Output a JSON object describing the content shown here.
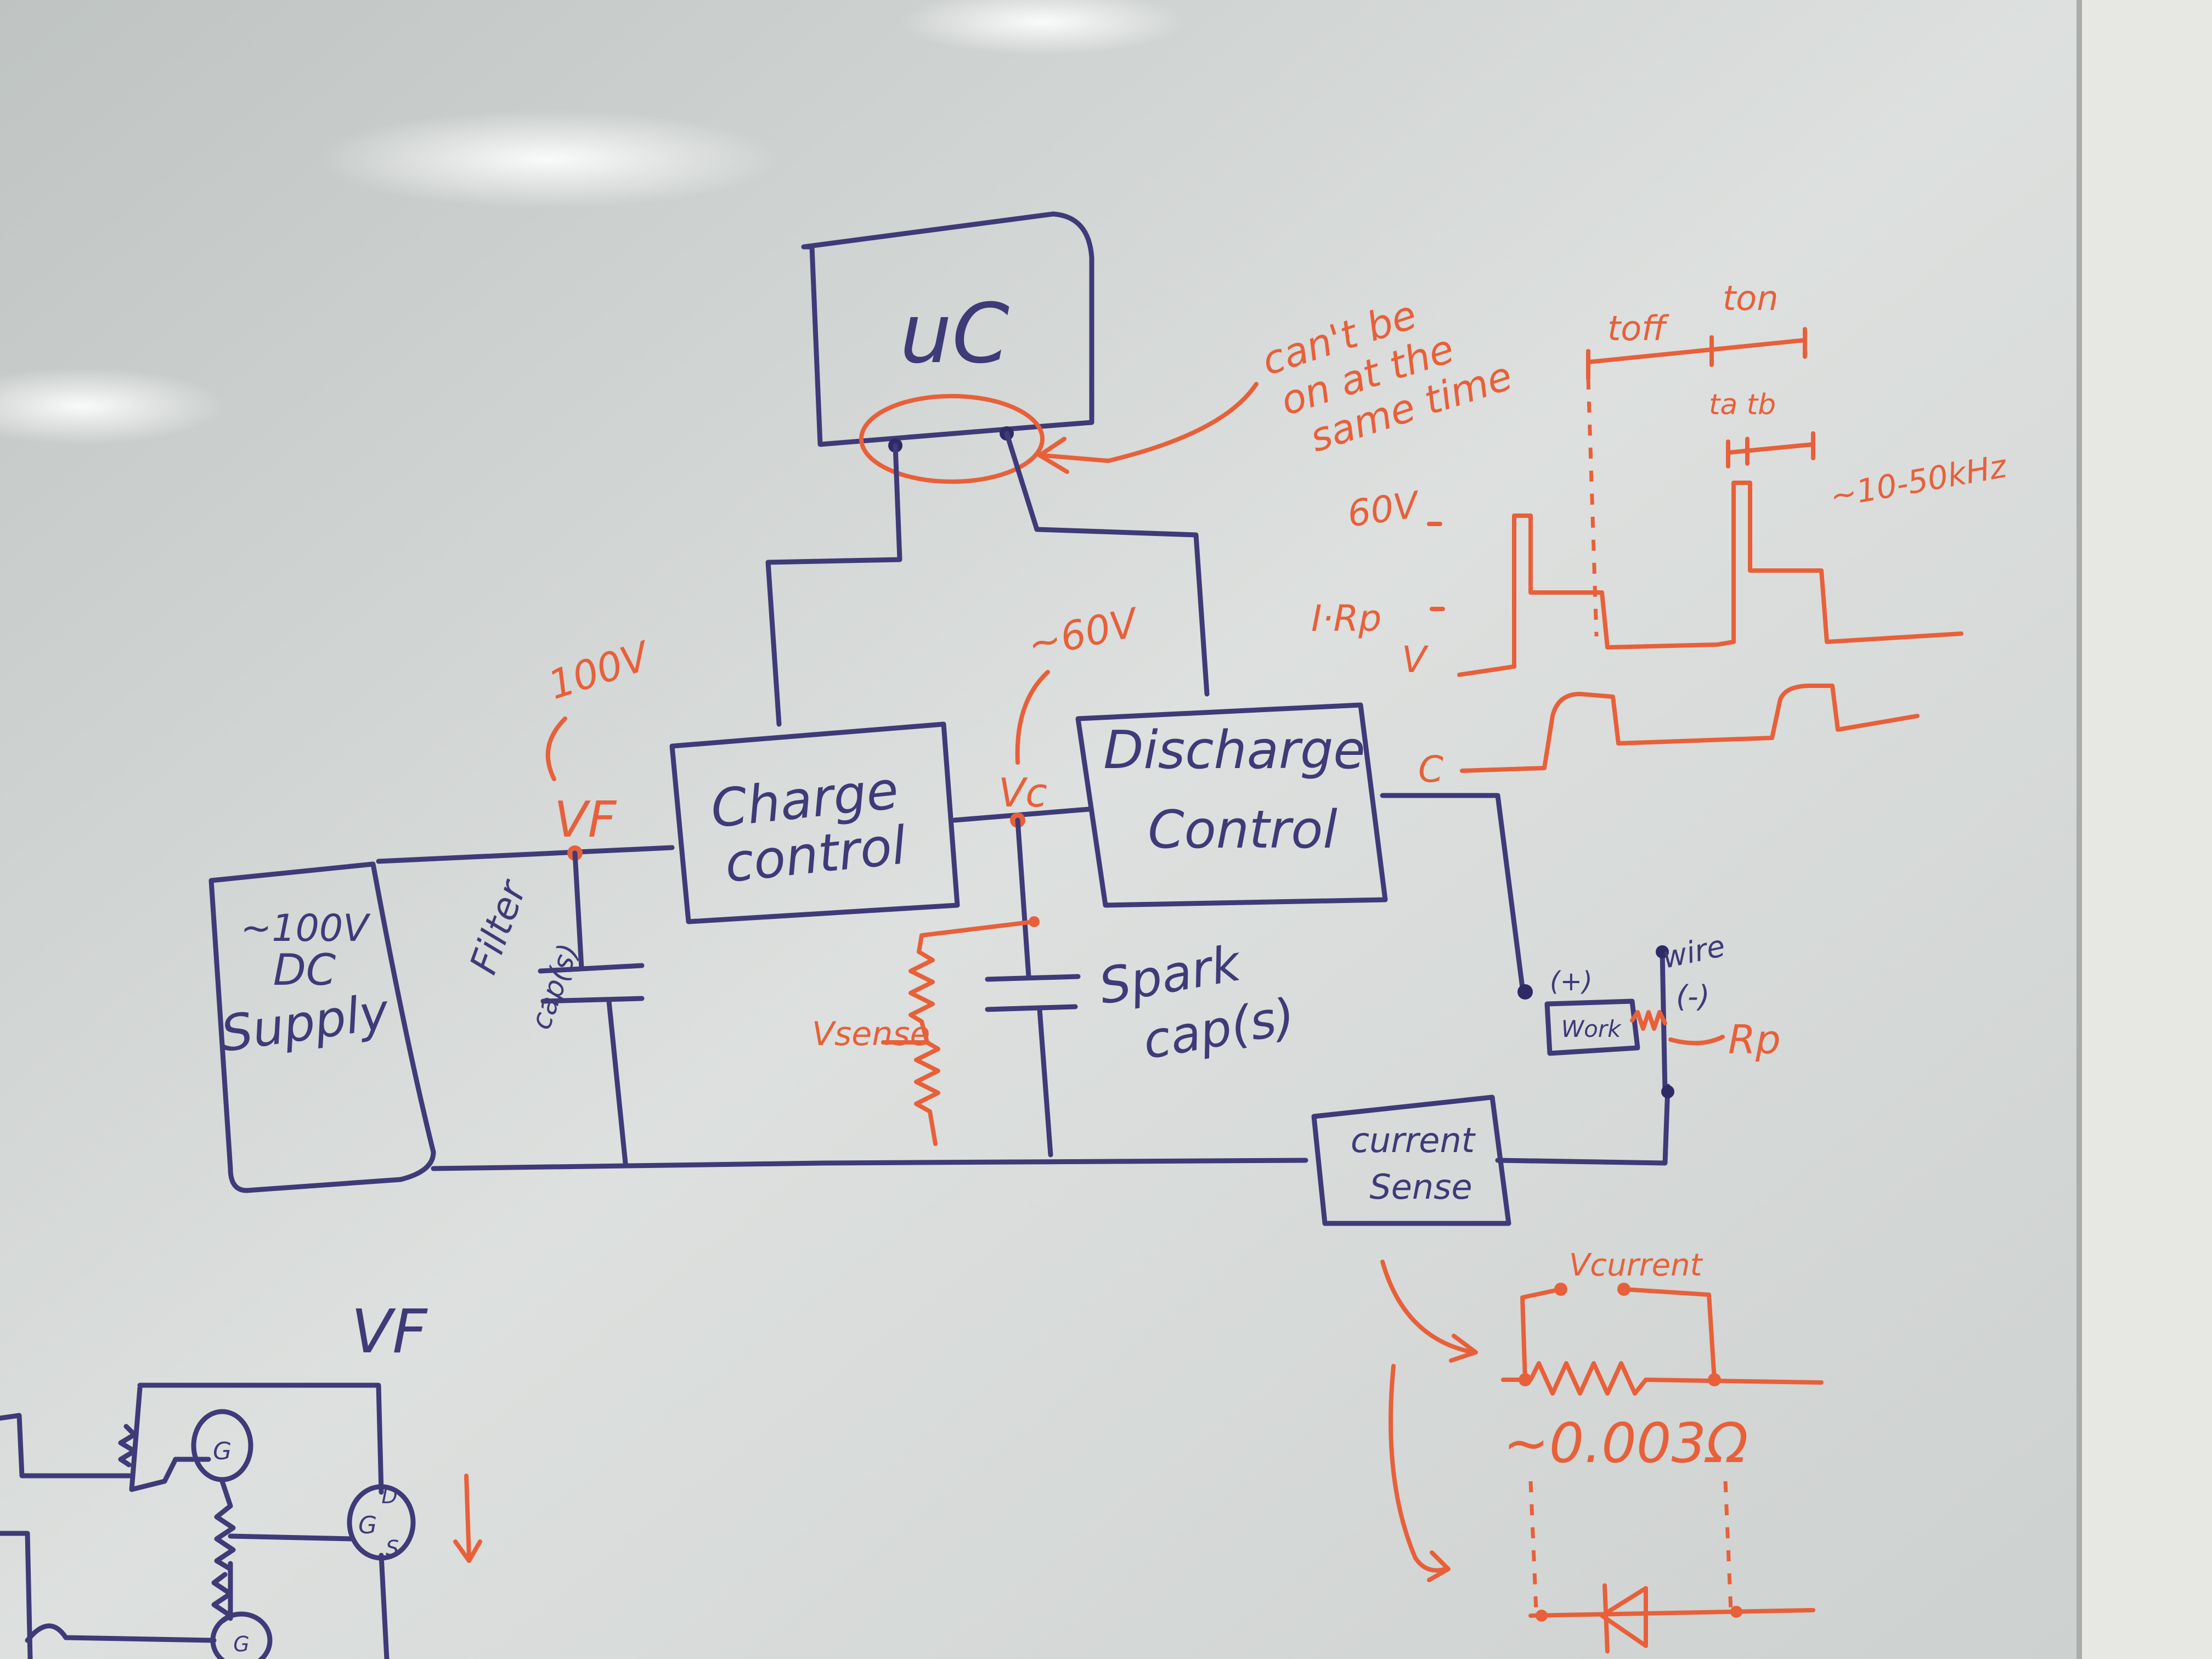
{
  "blocks": {
    "mc": "uC",
    "charge_control_line1": "Charge",
    "charge_control_line2": "control",
    "discharge_control_line1": "Discharge",
    "discharge_control_line2": "Control",
    "dc_supply_line1": "~100V",
    "dc_supply_line2": "DC",
    "dc_supply_line3": "Supply",
    "current_sense_line1": "current",
    "current_sense_line2": "Sense",
    "work_label": "Work"
  },
  "labels": {
    "vf": "VF",
    "vc": "Vc",
    "v100": "100V",
    "v60": "~60V",
    "filter_cap_line1": "Filter",
    "filter_cap_line2": "cap(s)",
    "spark_cap_line1": "Spark",
    "spark_cap_line2": "cap(s)",
    "vsense": "Vsense",
    "wire_line1": "wire",
    "wire_line2": "(-)",
    "plus": "(+)",
    "rp": "Rp",
    "note_line1": "can't be",
    "note_line2": "on at the",
    "note_line3": "same time",
    "vcurrent": "Vcurrent",
    "shunt_value": "~0.003Ω",
    "vf_lower": "VF"
  },
  "timing": {
    "toff": "toff",
    "ton": "ton",
    "ta_tb": "ta  tb",
    "freq": "~10-50kHz",
    "v60": "60V",
    "irp": "I·Rp",
    "v": "V",
    "c": "C"
  },
  "mosfet": {
    "d": "D",
    "g": "G",
    "s": "S"
  },
  "colors": {
    "board": "#cfd3d1",
    "purple_marker": "#3f3a78",
    "orange_marker": "#e8603a"
  }
}
